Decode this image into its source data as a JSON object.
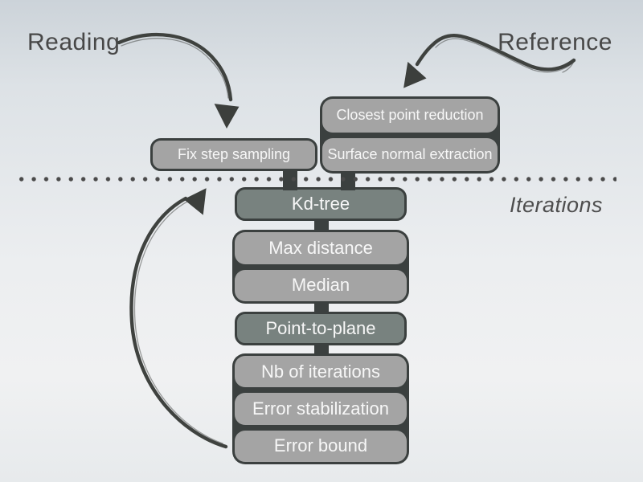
{
  "diagram": {
    "reading_label": "Reading",
    "reference_label": "Reference",
    "iterations_label": "Iterations",
    "reference_stack": {
      "items": [
        {
          "label": "Closest point reduction"
        },
        {
          "label": "Surface normal extraction"
        }
      ]
    },
    "reading_stack": {
      "items": [
        {
          "label": "Fix step sampling"
        }
      ]
    },
    "iteration_stack": {
      "items": [
        {
          "label": "Kd-tree",
          "variant": "dark"
        },
        {
          "label": "Max distance",
          "variant": "light"
        },
        {
          "label": "Median",
          "variant": "light"
        },
        {
          "label": "Point-to-plane",
          "variant": "dark"
        },
        {
          "label": "Nb of iterations",
          "variant": "light"
        },
        {
          "label": "Error stabilization",
          "variant": "light"
        },
        {
          "label": "Error bound",
          "variant": "light"
        }
      ]
    },
    "icons": {
      "reading_arrow": "curved-arrow-down-right",
      "reference_arrow": "curved-arrow-down-left",
      "loop_arrow": "curved-arrow-loop-up"
    },
    "colors": {
      "box_dark": "#78827f",
      "box_light": "#a4a4a4",
      "outline": "#3b403f",
      "box_text": "#f7f7f7",
      "annotation_text": "#484848",
      "dots": "#4a4a4a",
      "arrow": "#3f423f",
      "background_top": "#ccd3d9",
      "background_center": "#eceef0"
    }
  }
}
